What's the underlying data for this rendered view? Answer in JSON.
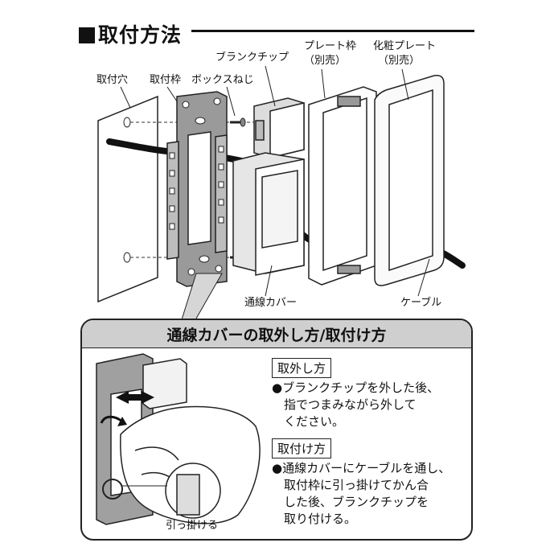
{
  "title": "取付方法",
  "labels": {
    "hole": "取付穴",
    "frame": "取付枠",
    "screw": "ボックスねじ",
    "blank_chip": "ブランクチップ",
    "plate_frame": "プレート枠",
    "plate_frame_note": "（別売）",
    "plate": "化粧プレート",
    "plate_note": "（別売）",
    "cover": "通線カバー",
    "cable": "ケーブル"
  },
  "panel": {
    "title": "通線カバーの取外し方/取付け方",
    "remove_heading": "取外し方",
    "remove_lines": [
      "●ブランクチップを外した後、",
      "　指でつまみながら外して",
      "　ください。"
    ],
    "attach_heading": "取付け方",
    "attach_lines": [
      "●通線カバーにケーブルを通し、",
      "　取付枠に引っ掛けてかん合",
      "　した後、ブランクチップを",
      "　取り付ける。"
    ],
    "hook_label": "引っ掛ける"
  }
}
